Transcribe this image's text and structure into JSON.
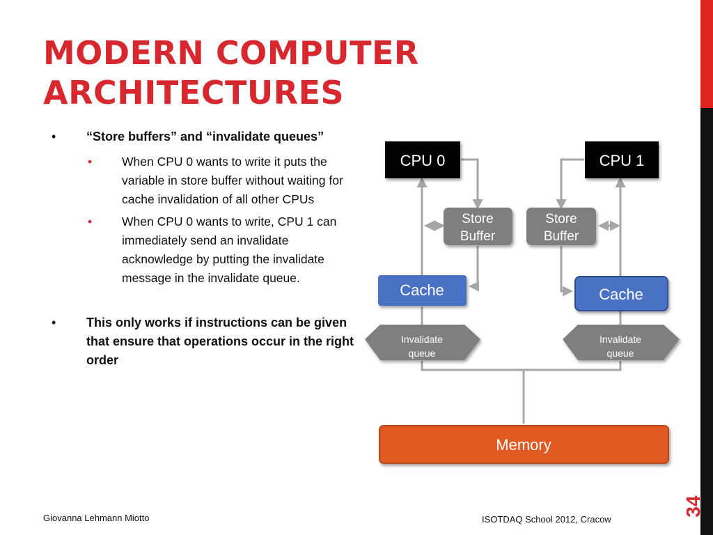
{
  "slide": {
    "title_line1": "MODERN COMPUTER",
    "title_line2": "ARCHITECTURES",
    "bullet1": "“Store buffers” and “invalidate queues”",
    "sub1": "When CPU 0 wants to write it puts the variable in store buffer without waiting for cache invalidation of all other CPUs",
    "sub2": "When CPU 0 wants to write, CPU 1 can immediately send an invalidate acknowledge by putting the invalidate message in the invalidate queue.",
    "bullet2": "This only works if instructions can be given that ensure that operations occur in the right order",
    "bullet_glyph": "•",
    "footer_left": "Giovanna Lehmann Miotto",
    "footer_right": "ISOTDAQ School 2012, Cracow",
    "page_number": "34"
  },
  "diagram": {
    "cpu0": "CPU 0",
    "cpu1": "CPU 1",
    "store_buffer_line1": "Store",
    "store_buffer_line2": "Buffer",
    "cache": "Cache",
    "invalidate_line1": "Invalidate",
    "invalidate_line2": "queue",
    "memory": "Memory"
  },
  "colors": {
    "title_red": "#d7282f",
    "cpu_black": "#000000",
    "store_buffer_gray": "#7f7f7f",
    "cache_blue": "#4a72c4",
    "memory_orange": "#e15a21",
    "line_gray": "#a6a6a6"
  }
}
